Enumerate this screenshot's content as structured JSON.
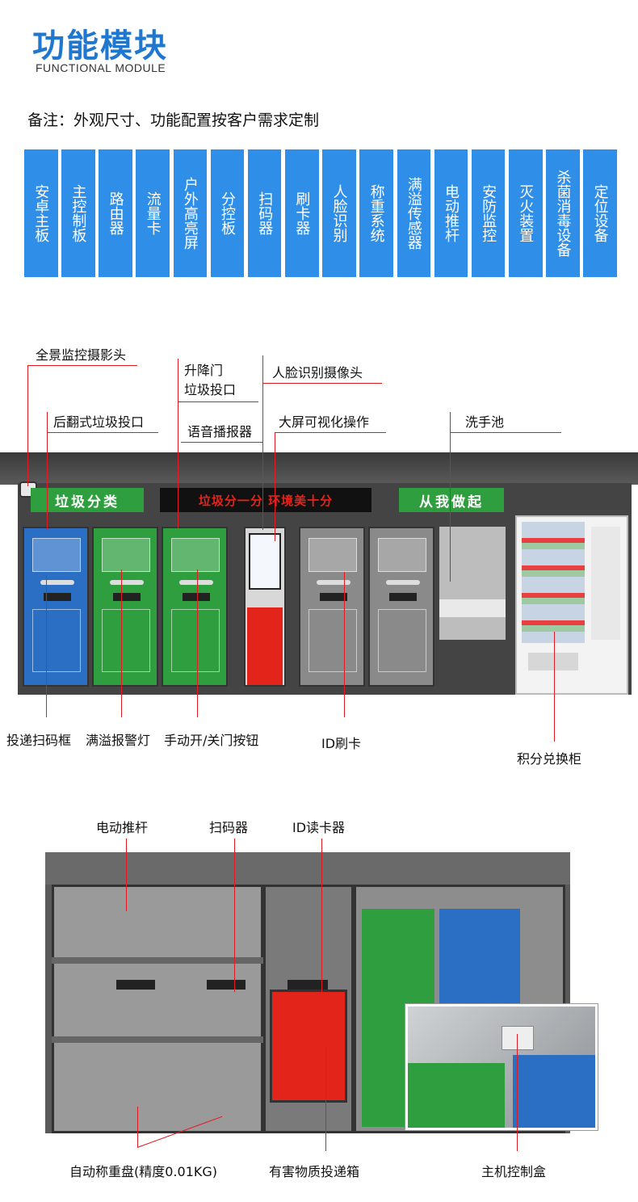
{
  "header": {
    "title": "功能模块",
    "subtitle": "FUNCTIONAL MODULE",
    "note": "备注：外观尺寸、功能配置按客户需求定制"
  },
  "modules": [
    "安卓主板",
    "主控制板",
    "路由器",
    "流量卡",
    "户外高亮屏",
    "分控板",
    "扫码器",
    "刷卡器",
    "人脸识别",
    "称重系统",
    "满溢传感器",
    "电动推杆",
    "安防监控",
    "灭火装置",
    "杀菌消毒设备",
    "定位设备"
  ],
  "kiosk": {
    "signs": [
      "垃圾分类",
      "垃圾分一分 环境美十分",
      "从我做起"
    ],
    "labels_top": {
      "camera": "全景监控摄影头",
      "lift_door_1": "升降门",
      "lift_door_2": "垃圾投口",
      "face_camera": "人脸识别摄像头",
      "flip_inlet": "后翻式垃圾投口",
      "speaker": "语音播报器",
      "big_screen": "大屏可视化操作",
      "sink": "洗手池"
    },
    "labels_bottom": {
      "scan_box": "投递扫码框",
      "overflow_light": "满溢报警灯",
      "manual_button": "手动开/关门按钮",
      "id_card": "ID刷卡",
      "points_cabinet": "积分兑换柜"
    }
  },
  "internal": {
    "labels_top": {
      "actuator": "电动推杆",
      "scanner": "扫码器",
      "id_reader": "ID读卡器"
    },
    "labels_bottom": {
      "scale": "自动称重盘(精度0.01KG)",
      "hazard_box": "有害物质投递箱",
      "control_box": "主机控制盒"
    }
  }
}
